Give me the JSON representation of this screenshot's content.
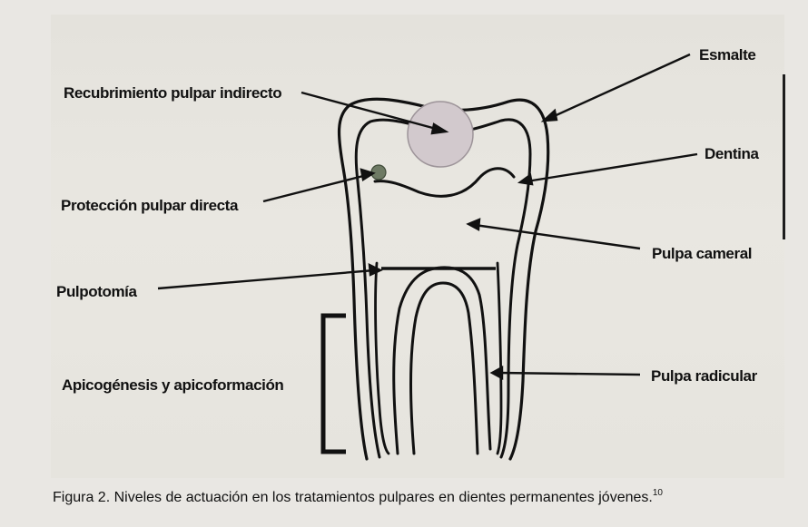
{
  "labels": {
    "esmalte": "Esmalte",
    "recubrimiento": "Recubrimiento pulpar indirecto",
    "dentina": "Dentina",
    "proteccion": "Protección pulpar directa",
    "pulpa_cameral": "Pulpa cameral",
    "pulpotomia": "Pulpotomía",
    "apicogenesis": "Apicogénesis y apicoformación",
    "pulpa_radicular": "Pulpa radicular"
  },
  "caption": {
    "text": "Figura 2.  Niveles de actuación en los tratamientos pulpares en dientes permanentes jóvenes.",
    "ref": "10"
  },
  "colors": {
    "ink": "#111111",
    "paper": "#e6e4de",
    "indirect_capping_fill": "#cfc7cb",
    "direct_protection_fill": "#6e7a64"
  }
}
